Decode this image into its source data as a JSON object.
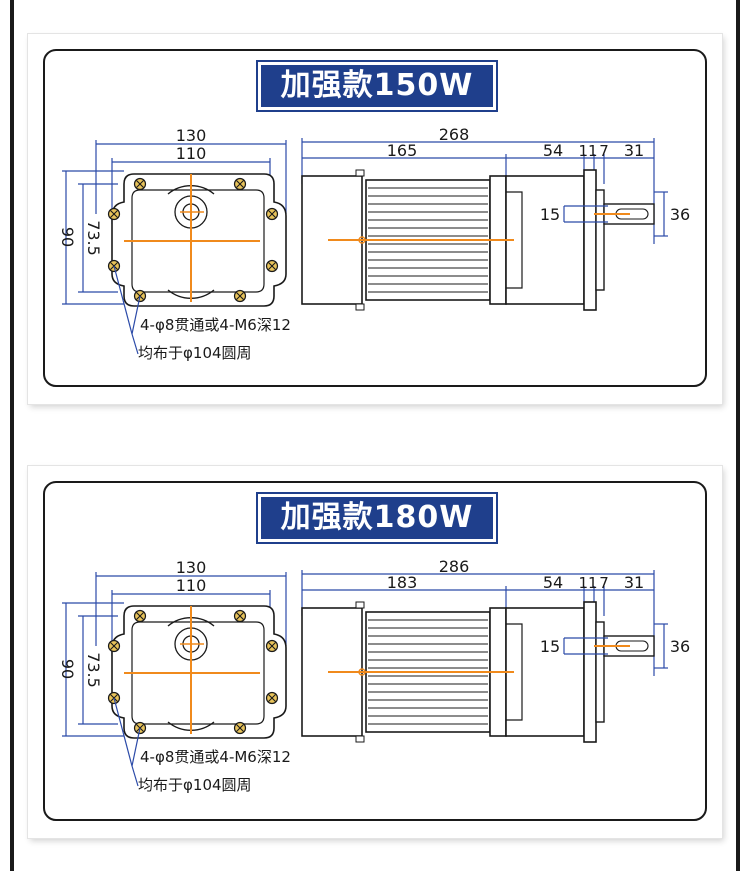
{
  "colors": {
    "title_bg": "#1f3f8c",
    "dimension_line": "#2b4aa8",
    "center_line": "#f08a1c",
    "outline": "#1a1a1a",
    "hole_fill": "#e8c35a"
  },
  "panels": [
    {
      "title": "加强款150W",
      "front": {
        "width_outer": "130",
        "width_inner": "110",
        "height_outer": "90",
        "height_inner": "73.5",
        "note_holes": "4-φ8贯通或4-M6深12",
        "note_pcd": "均布于φ104圆周"
      },
      "side": {
        "total_length": "268",
        "body_length": "165",
        "gearbox_length": "54",
        "flange_a": "11",
        "flange_b": "7",
        "shaft_length": "31",
        "key_width": "15",
        "shaft_height": "36"
      }
    },
    {
      "title": "加强款180W",
      "front": {
        "width_outer": "130",
        "width_inner": "110",
        "height_outer": "90",
        "height_inner": "73.5",
        "note_holes": "4-φ8贯通或4-M6深12",
        "note_pcd": "均布于φ104圆周"
      },
      "side": {
        "total_length": "286",
        "body_length": "183",
        "gearbox_length": "54",
        "flange_a": "11",
        "flange_b": "7",
        "shaft_length": "31",
        "key_width": "15",
        "shaft_height": "36"
      }
    }
  ]
}
